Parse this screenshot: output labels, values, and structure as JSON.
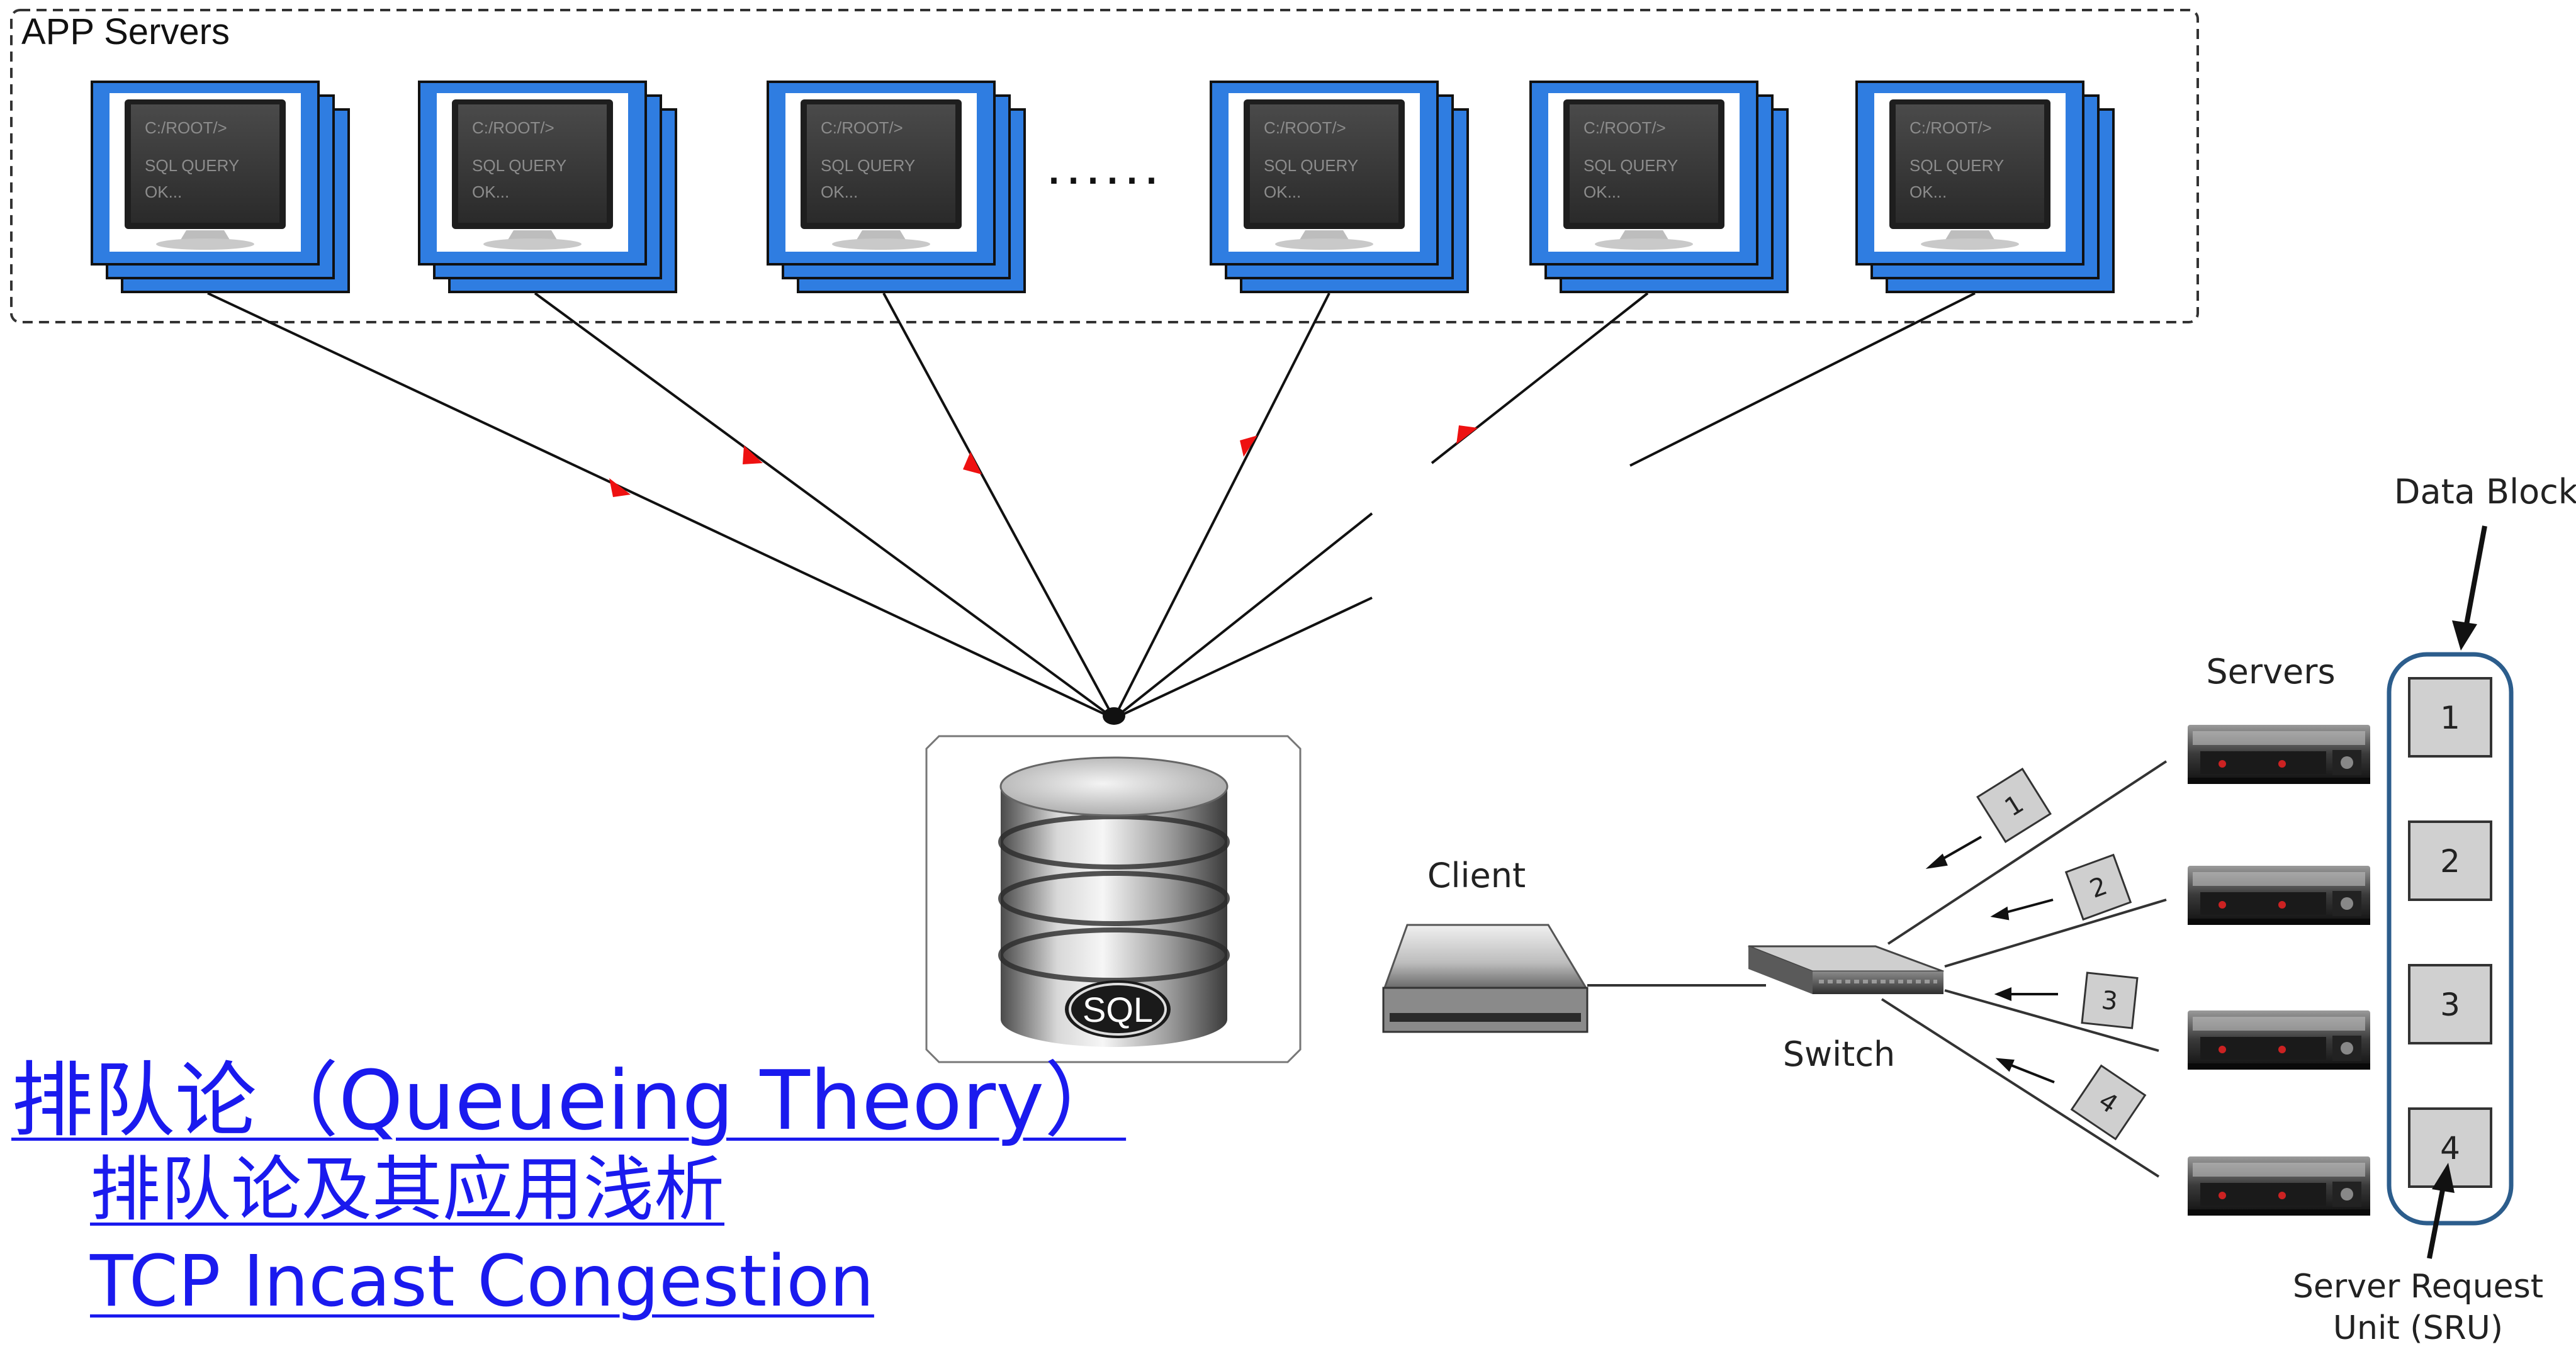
{
  "app_servers": {
    "group_label": "APP Servers",
    "ellipsis": "......",
    "terminal_lines": [
      "C:/ROOT/>",
      "SQL QUERY",
      "OK..."
    ]
  },
  "database": {
    "badge": "SQL"
  },
  "incast_figure": {
    "client_label": "Client",
    "switch_label": "Switch",
    "servers_label": "Servers",
    "data_block_label": "Data Block",
    "sru_label_line1": "Server Request",
    "sru_label_line2": "Unit (SRU)",
    "blocks": [
      "1",
      "2",
      "3",
      "4"
    ],
    "packets": [
      "1",
      "2",
      "3",
      "4"
    ]
  },
  "links": {
    "main": "排队论（Queueing Theory）",
    "sub1": "排队论及其应用浅析",
    "sub2": "TCP Incast Congestion"
  },
  "colors": {
    "monitor_frame": "#2f7de1",
    "arrow": "#ee1111",
    "link": "#1a1aee",
    "data_block_outline": "#2c5d8c"
  }
}
